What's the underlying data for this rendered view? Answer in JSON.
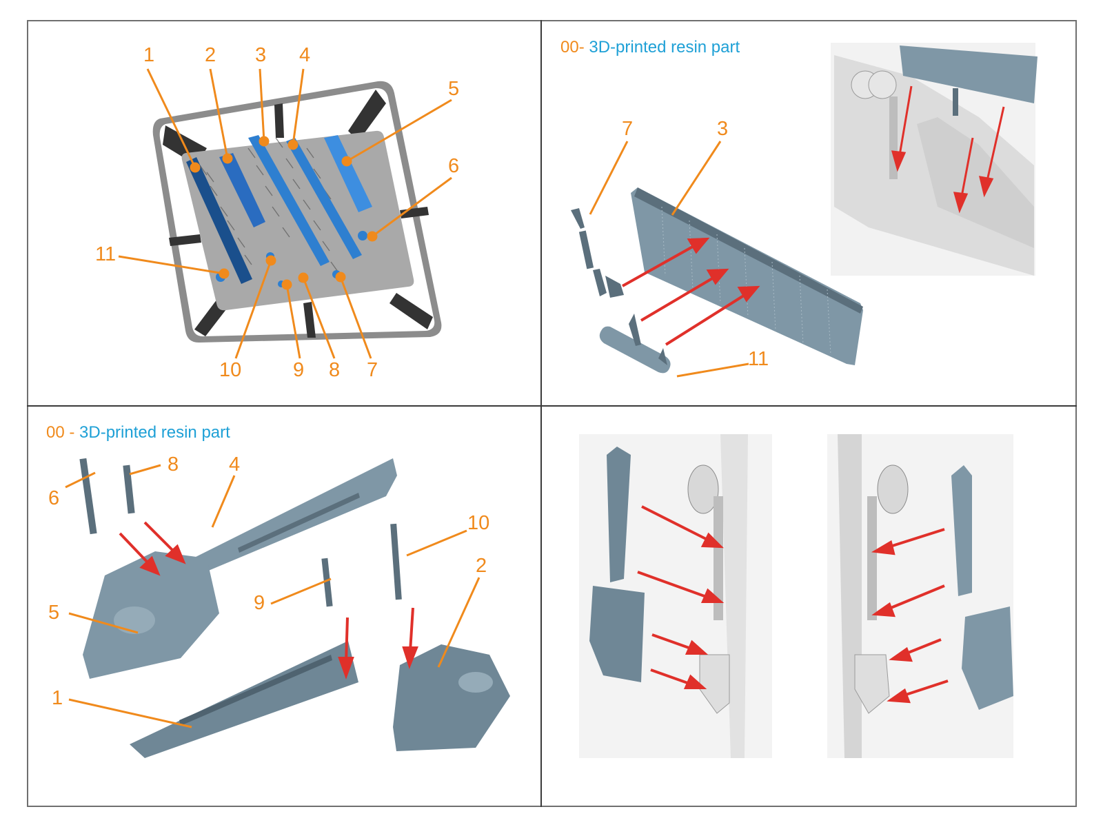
{
  "document": {
    "type": "model kit assembly instructions",
    "colors": {
      "callout": "#f08a1c",
      "caption_text": "#1ea0d6",
      "arrow": "#e0302a",
      "resin_part": "#7f97a6",
      "printed_part_blue": "#2e7fd0",
      "frame_border": "#3a3a3a"
    }
  },
  "panels": [
    {
      "id": "print-plate",
      "caption": null,
      "callouts": [
        "1",
        "2",
        "3",
        "4",
        "5",
        "6",
        "7",
        "8",
        "9",
        "10",
        "11"
      ]
    },
    {
      "id": "main-door-assembly",
      "caption": {
        "code": "00",
        "separator": "- ",
        "text": "3D-printed resin part"
      },
      "callouts": [
        "7",
        "3",
        "11"
      ]
    },
    {
      "id": "gear-doors-assembly",
      "caption": {
        "code": "00",
        "separator": " - ",
        "text": "3D-printed resin part"
      },
      "callouts": [
        "8",
        "4",
        "6",
        "10",
        "2",
        "5",
        "9",
        "1"
      ]
    },
    {
      "id": "installation-views",
      "caption": null,
      "callouts": []
    }
  ]
}
